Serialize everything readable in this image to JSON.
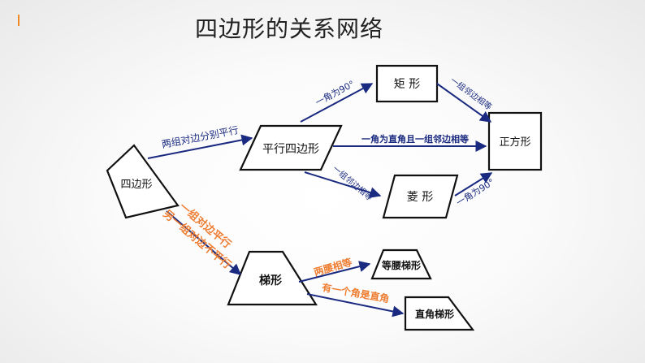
{
  "title": "四边形的关系网络",
  "colors": {
    "arrow_blue": "#1a2a80",
    "label_blue": "#1a2a80",
    "label_orange": "#ee7d31",
    "shape_stroke": "#111111",
    "accent": "#f08a24"
  },
  "nodes": {
    "quadrilateral": "四边形",
    "parallelogram": "平行四边形",
    "rectangle": "矩 形",
    "rhombus": "菱 形",
    "square": "正方形",
    "trapezoid": "梯形",
    "isosceles_trapezoid": "等腰梯形",
    "right_trapezoid": "直角梯形"
  },
  "edges": {
    "quad_to_parallelogram": "两组对边分别平行",
    "parallelogram_to_rectangle": "一角为90°",
    "rectangle_to_square": "一组邻边相等",
    "parallelogram_to_square": "一角为直角且一组邻边相等",
    "parallelogram_to_rhombus": "一组邻边相等",
    "rhombus_to_square": "一角为90°",
    "quad_to_trapezoid_line1": "一组对边平行",
    "quad_to_trapezoid_line2": "另一组对边不平行",
    "trapezoid_to_isosceles": "两腰相等",
    "trapezoid_to_right": "有一个角是直角"
  }
}
